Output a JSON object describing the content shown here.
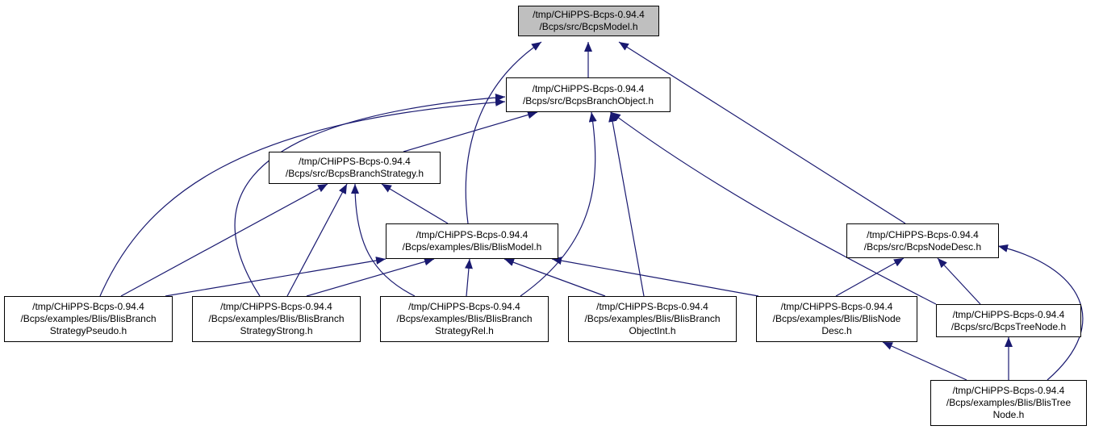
{
  "colors": {
    "edge": "#191970",
    "root_fill": "#bfbfbf",
    "node_fill": "#ffffff",
    "border": "#000000"
  },
  "nodes": {
    "bcps_model": {
      "line1": "/tmp/CHiPPS-Bcps-0.94.4",
      "line2": "/Bcps/src/BcpsModel.h"
    },
    "branch_object": {
      "line1": "/tmp/CHiPPS-Bcps-0.94.4",
      "line2": "/Bcps/src/BcpsBranchObject.h"
    },
    "branch_strategy": {
      "line1": "/tmp/CHiPPS-Bcps-0.94.4",
      "line2": "/Bcps/src/BcpsBranchStrategy.h"
    },
    "blis_model": {
      "line1": "/tmp/CHiPPS-Bcps-0.94.4",
      "line2": "/Bcps/examples/Blis/BlisModel.h"
    },
    "node_desc": {
      "line1": "/tmp/CHiPPS-Bcps-0.94.4",
      "line2": "/Bcps/src/BcpsNodeDesc.h"
    },
    "strategy_pseudo": {
      "line1": "/tmp/CHiPPS-Bcps-0.94.4",
      "line2": "/Bcps/examples/Blis/BlisBranch",
      "line3": "StrategyPseudo.h"
    },
    "strategy_strong": {
      "line1": "/tmp/CHiPPS-Bcps-0.94.4",
      "line2": "/Bcps/examples/Blis/BlisBranch",
      "line3": "StrategyStrong.h"
    },
    "strategy_rel": {
      "line1": "/tmp/CHiPPS-Bcps-0.94.4",
      "line2": "/Bcps/examples/Blis/BlisBranch",
      "line3": "StrategyRel.h"
    },
    "object_int": {
      "line1": "/tmp/CHiPPS-Bcps-0.94.4",
      "line2": "/Bcps/examples/Blis/BlisBranch",
      "line3": "ObjectInt.h"
    },
    "blis_node_desc": {
      "line1": "/tmp/CHiPPS-Bcps-0.94.4",
      "line2": "/Bcps/examples/Blis/BlisNode",
      "line3": "Desc.h"
    },
    "tree_node": {
      "line1": "/tmp/CHiPPS-Bcps-0.94.4",
      "line2": "/Bcps/src/BcpsTreeNode.h"
    },
    "blis_tree_node": {
      "line1": "/tmp/CHiPPS-Bcps-0.94.4",
      "line2": "/Bcps/examples/Blis/BlisTree",
      "line3": "Node.h"
    }
  }
}
